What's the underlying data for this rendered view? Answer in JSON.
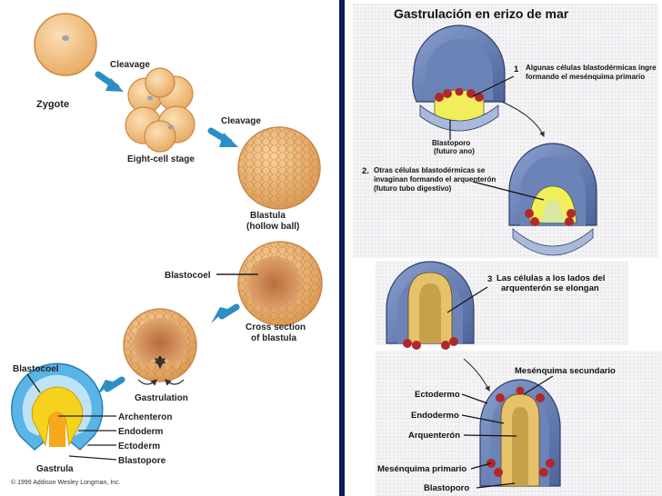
{
  "left_panel": {
    "labels": {
      "zygote": "Zygote",
      "cleavage_1": "Cleavage",
      "eight_cell": "Eight-cell stage",
      "cleavage_2": "Cleavage",
      "blastula_1": "Blastula",
      "blastula_2": "(hollow ball)",
      "blastocoel_1": "Blastocoel",
      "cross_section_1": "Cross section",
      "cross_section_2": "of blastula",
      "gastrulation": "Gastrulation",
      "blastocoel_2": "Blastocoel",
      "archenteron": "Archenteron",
      "endoderm": "Endoderm",
      "ectoderm": "Ectoderm",
      "blastopore": "Blastopore",
      "gastrula": "Gastrula",
      "copyright": "© 1999 Addison Wesley Longman, Inc."
    }
  },
  "right_panel": {
    "title": "Gastrulación en erizo de mar",
    "step1": {
      "number": "1",
      "line1": "Algunas células blastodérmicas ingre",
      "line2": "formando el mesénquima primario"
    },
    "blastoporo": {
      "line1": "Blastoporo",
      "line2": "(futuro ano)"
    },
    "step2": {
      "number": "2.",
      "line1": "Otras células blastodérmicas se",
      "line2": "invaginan formando el arquenterón",
      "line3": "(futuro tubo digestivo)"
    },
    "step3": {
      "number": "3",
      "line1": "Las células a los lados del",
      "line2": "arquenterón se elongan"
    },
    "final_labels": {
      "mesenquima_secundario": "Mesénquima secundario",
      "ectodermo": "Ectodermo",
      "endodermo": "Endodermo",
      "arquenteron": "Arquenterón",
      "mesenquima_primario": "Mesénquima primario",
      "blastoporo": "Blastoporo"
    }
  },
  "colors": {
    "divider": "#0d1b5e",
    "arrow": "#2c8fc4",
    "cell_fill": "#f2c98f",
    "cell_stroke": "#c98a4a",
    "blue_tissue": "#6f86b9",
    "yellow_tissue": "#f2ee5a",
    "red_cells": "#b0282c",
    "gastrula_blue": "#5ab4e6",
    "gastrula_yellow": "#f5d31c"
  }
}
